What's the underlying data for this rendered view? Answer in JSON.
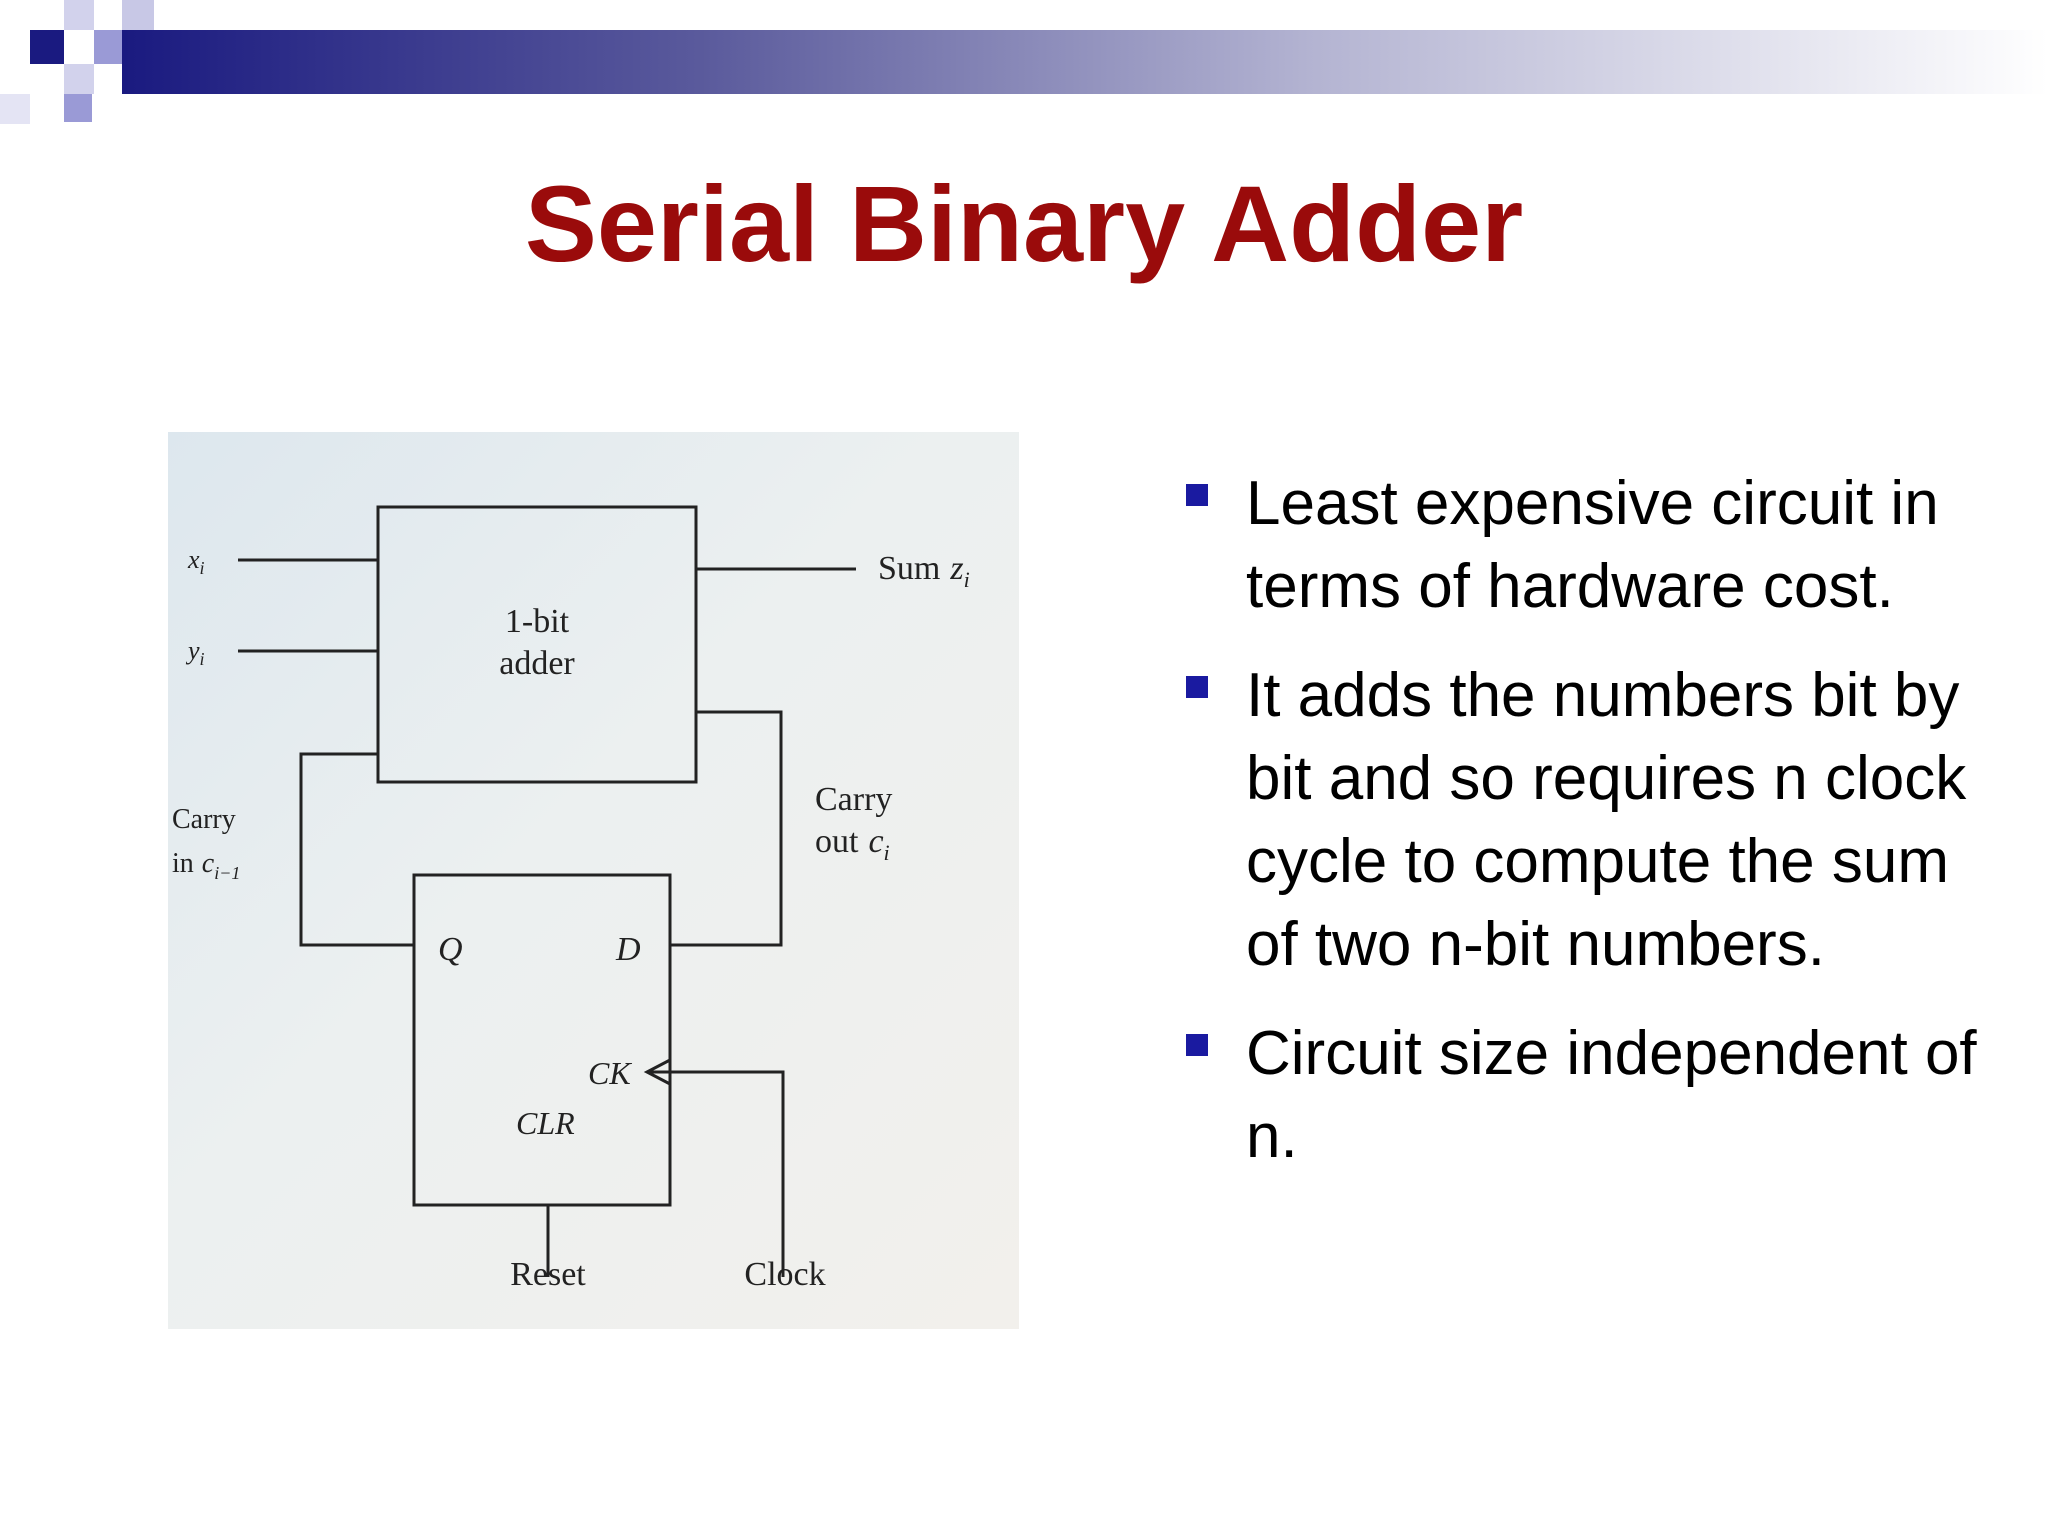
{
  "slide": {
    "title": "Serial Binary Adder",
    "bullets": [
      "Least expensive circuit in terms of hardware cost.",
      "It adds the numbers bit by bit and so requires n clock cycle to compute the sum of two n-bit numbers.",
      "Circuit size independent of n."
    ]
  },
  "diagram": {
    "adder_label_line1": "1-bit",
    "adder_label_line2": "adder",
    "sum_label": "Sum",
    "sum_var": "z",
    "sum_sub": "i",
    "carry_out_line1": "Carry",
    "carry_out_line2": "out",
    "carry_out_var": "c",
    "carry_out_sub": "i",
    "carry_in_line1": "Carry",
    "carry_in_line2": "in",
    "carry_in_var": "c",
    "carry_in_sub": "i−1",
    "input_x_var": "x",
    "input_x_sub": "i",
    "input_y_var": "y",
    "input_y_sub": "i",
    "ff_q": "Q",
    "ff_d": "D",
    "ff_ck": "CK",
    "ff_clr": "CLR",
    "reset_label": "Reset",
    "clock_label": "Clock"
  }
}
